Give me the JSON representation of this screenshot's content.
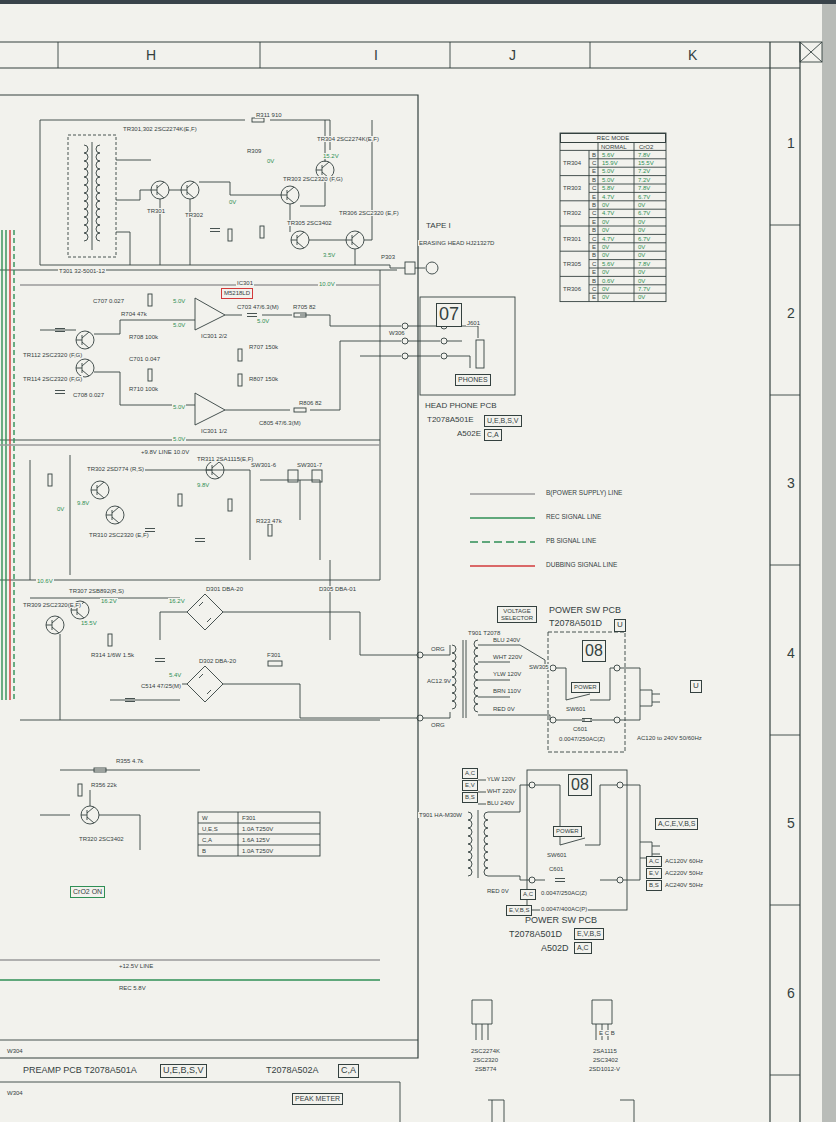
{
  "diagram": {
    "nodes": [
      {
        "text": [
          "M5218LD"
        ]
      },
      {
        "text": [
          "REC MODE"
        ]
      },
      {
        "text": [
          "07"
        ]
      },
      {
        "text": [
          "PHONES"
        ]
      },
      {
        "text": [
          "U,E,B,S,V"
        ]
      },
      {
        "text": [
          "C,A"
        ]
      },
      {
        "text": [
          "VOLTAGE SELECTOR"
        ]
      },
      {
        "text": [
          "08"
        ]
      },
      {
        "text": [
          "POWER"
        ]
      },
      {
        "text": [
          "U"
        ]
      },
      {
        "text": [
          "U"
        ]
      },
      {
        "text": [
          "A,C"
        ]
      },
      {
        "text": [
          "E,V"
        ]
      },
      {
        "text": [
          "B,S"
        ]
      },
      {
        "text": [
          "08"
        ]
      },
      {
        "text": [
          "POWER"
        ]
      },
      {
        "text": [
          "A,C,E,V,B,S"
        ]
      },
      {
        "text": [
          "A,C"
        ]
      },
      {
        "text": [
          "E,V"
        ]
      },
      {
        "text": [
          "B,S"
        ]
      },
      {
        "text": [
          "A,C"
        ]
      },
      {
        "text": [
          "E,V,B,S"
        ]
      },
      {
        "text": [
          "E,V,B,S"
        ]
      },
      {
        "text": [
          "A,C"
        ]
      },
      {
        "text": [
          "CrO2 ON"
        ]
      },
      {
        "text": [
          "PEAK METER"
        ]
      },
      {
        "text": [
          "U,E,B,S,V"
        ]
      },
      {
        "text": [
          "C,A"
        ]
      }
    ],
    "labels": [
      "H",
      "I",
      "J",
      "K",
      "1",
      "2",
      "3",
      "4",
      "5",
      "6",
      "R311 910",
      "TR301,302 2SC2274K(E,F)",
      "TR304 2SC2274K(E,F)",
      "15.2V",
      "R309",
      "0V",
      "TR303 2SC2320 (F,G)",
      "TR301",
      "TR302",
      "0V",
      "TR305 2SC3402",
      "TR306 2SC2320 (E,F)",
      "3.5V",
      "T301 32-5001-12",
      "TAPE I",
      "ERASING HEAD HJ21327D",
      "P303",
      "IC301",
      "10.0V",
      "5.0V",
      "R704 47k",
      "C707 0.027",
      "R708 100k",
      "C701 0.047",
      "TR112 2SC2320 (F,G)",
      "TR114 2SC2320 (F,G)",
      "C708 0.027",
      "R710 100k",
      "IC301 2/2",
      "IC301 1/2",
      "5.0V",
      "5.0V",
      "5.0V",
      "5.0V",
      "C703 47/6.3(M)",
      "R705 82",
      "R707 150k",
      "R807 150k",
      "C805 47/6.3(M)",
      "R806 82",
      "W306",
      "J601",
      "HEAD PHONE PCB",
      "T2078A501E",
      "A502E",
      "+9.8V LINE 10.0V",
      "TR311 2SA1115(E,F)",
      "TR302 2SD774 (R,S)",
      "SW301-6",
      "SW301-7",
      "9.8V",
      "0V",
      "9.8V",
      "TR310 2SC2320 (E,F)",
      "R323 47k",
      "TR307 2SB892(R,S)",
      "TR309 2SC2320(E,F)",
      "10.6V",
      "16.2V",
      "15.5V",
      "D301 DBA-20",
      "16.2V",
      "D302 DBA-20",
      "5.4V",
      "F301",
      "R314 1/6W 1.5k",
      "C514 47/25(M)",
      "D305 DBA-01",
      "ORG",
      "ORG",
      "AC12.9V",
      "T901 T2078",
      "BLU 240V",
      "WHT 220V",
      "YLW 120V",
      "BRN 110V",
      "RED 0V",
      "SW305",
      "POWER SW PCB",
      "T2078A501D",
      "SW601",
      "C601",
      "0.0047/250AC(Z)",
      "AC120 to 240V 50/60Hz",
      "R355 4.7k",
      "R356 22k",
      "TR320 2SC3402",
      "+12.5V LINE",
      "REC 5.8V",
      "PREAMP PCB T2078A501A",
      "T2078A502A",
      "W304",
      "W304",
      "YLW 120V",
      "WHT 220V",
      "BLU 240V",
      "T901 HA-M30W",
      "RED 0V",
      "SW601",
      "C601",
      "0.0047/250AC(Z)",
      "0.0047/400AC(P)",
      "AC120V 60Hz",
      "AC220V 50Hz",
      "AC240V 50Hz",
      "POWER SW PCB",
      "T2078A501D",
      "A502D",
      "2SC2274K",
      "2SC2320",
      "2SB774",
      "2SA1115",
      "2SC3402",
      "2SD1012-V",
      "E C B",
      "W",
      "F301",
      "U,E,S",
      "1.0A T250V",
      "C,A",
      "1.6A 125V",
      "B",
      "1.0A T250V",
      "NORMAL",
      "CrO2",
      "TR304",
      "B",
      "5.6V",
      "7.8V",
      "C",
      "15.9V",
      "15.5V",
      "E",
      "5.0V",
      "7.2V",
      "TR303",
      "B",
      "5.0V",
      "7.2V",
      "C",
      "5.8V",
      "7.8V",
      "E",
      "4.7V",
      "6.7V",
      "TR302",
      "B",
      "0V",
      "0V",
      "C",
      "4.7V",
      "6.7V",
      "E",
      "0V",
      "0V",
      "TR301",
      "B",
      "0V",
      "0V",
      "C",
      "4.7V",
      "6.7V",
      "E",
      "0V",
      "0V",
      "TR305",
      "B",
      "0V",
      "0V",
      "C",
      "5.6V",
      "7.8V",
      "E",
      "0V",
      "0V",
      "TR306",
      "B",
      "0.6V",
      "0V",
      "C",
      "0V",
      "7.7V",
      "E",
      "0V",
      "0V"
    ],
    "legend": [
      {
        "text": "B(POWER SUPPLY) LINE"
      },
      {
        "text": "REC SIGNAL LINE"
      },
      {
        "text": "PB SIGNAL LINE"
      },
      {
        "text": "DUBBING SIGNAL LINE"
      }
    ]
  }
}
